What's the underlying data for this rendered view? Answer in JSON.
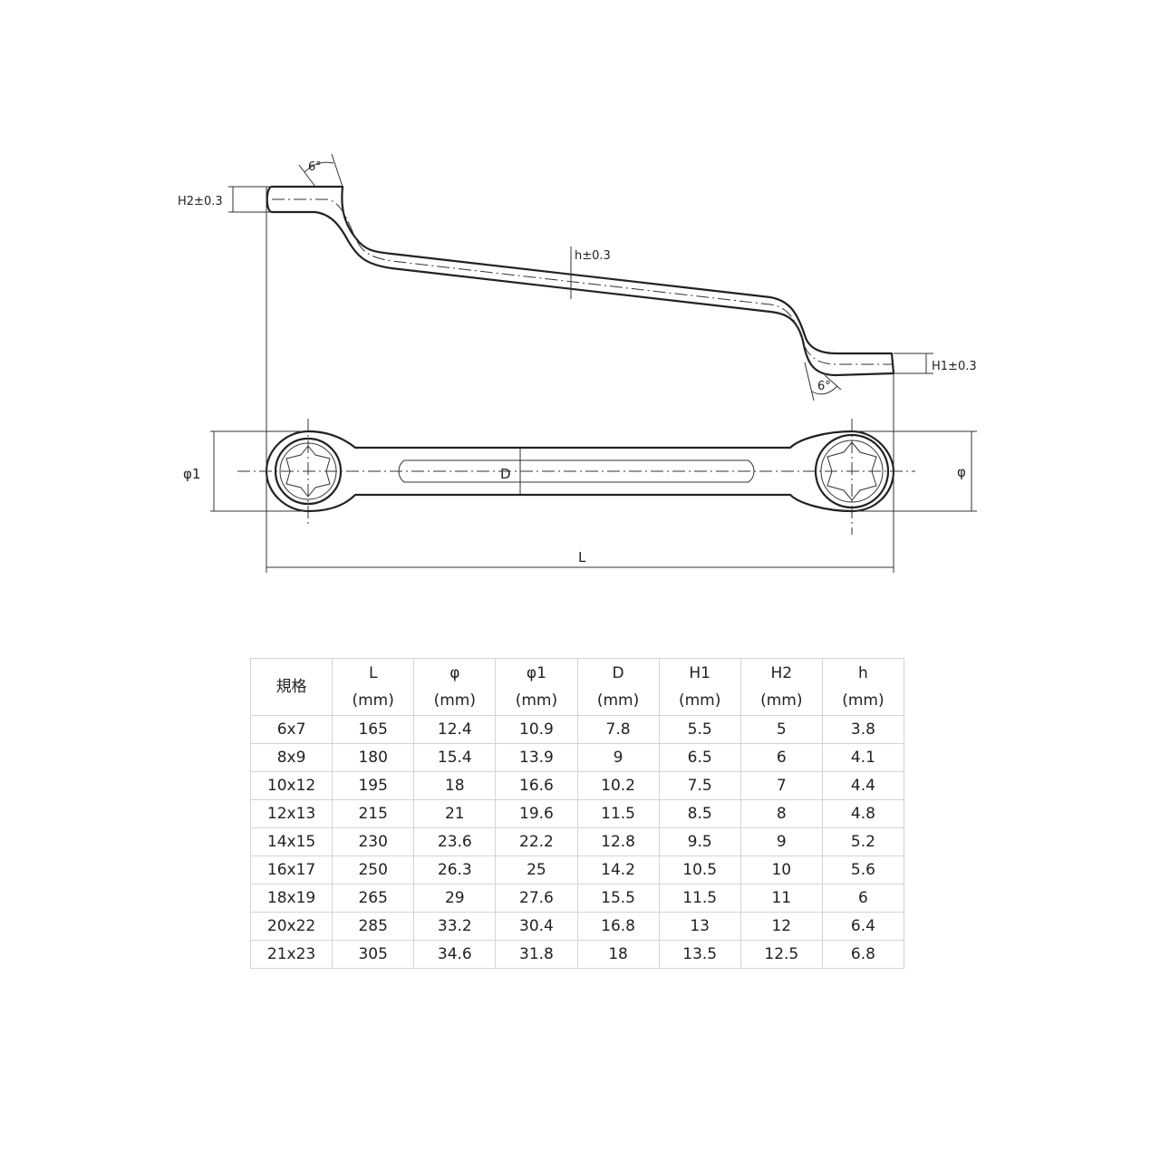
{
  "drawing": {
    "labels": {
      "H2": "H2±0.3",
      "h": "h±0.3",
      "H1": "H1±0.3",
      "angle_top": "6°",
      "angle_bottom": "6°",
      "phi1": "φ1",
      "phi": "φ",
      "D": "D",
      "L": "L"
    }
  },
  "table": {
    "columns": [
      {
        "name": "規格",
        "unit": ""
      },
      {
        "name": "L",
        "unit": "(mm)"
      },
      {
        "name": "φ",
        "unit": "(mm)"
      },
      {
        "name": "φ1",
        "unit": "(mm)"
      },
      {
        "name": "D",
        "unit": "(mm)"
      },
      {
        "name": "H1",
        "unit": "(mm)"
      },
      {
        "name": "H2",
        "unit": "(mm)"
      },
      {
        "name": "h",
        "unit": "(mm)"
      }
    ],
    "rows": [
      [
        "6x7",
        "165",
        "12.4",
        "10.9",
        "7.8",
        "5.5",
        "5",
        "3.8"
      ],
      [
        "8x9",
        "180",
        "15.4",
        "13.9",
        "9",
        "6.5",
        "6",
        "4.1"
      ],
      [
        "10x12",
        "195",
        "18",
        "16.6",
        "10.2",
        "7.5",
        "7",
        "4.4"
      ],
      [
        "12x13",
        "215",
        "21",
        "19.6",
        "11.5",
        "8.5",
        "8",
        "4.8"
      ],
      [
        "14x15",
        "230",
        "23.6",
        "22.2",
        "12.8",
        "9.5",
        "9",
        "5.2"
      ],
      [
        "16x17",
        "250",
        "26.3",
        "25",
        "14.2",
        "10.5",
        "10",
        "5.6"
      ],
      [
        "18x19",
        "265",
        "29",
        "27.6",
        "15.5",
        "11.5",
        "11",
        "6"
      ],
      [
        "20x22",
        "285",
        "33.2",
        "30.4",
        "16.8",
        "13",
        "12",
        "6.4"
      ],
      [
        "21x23",
        "305",
        "34.6",
        "31.8",
        "18",
        "13.5",
        "12.5",
        "6.8"
      ]
    ]
  }
}
